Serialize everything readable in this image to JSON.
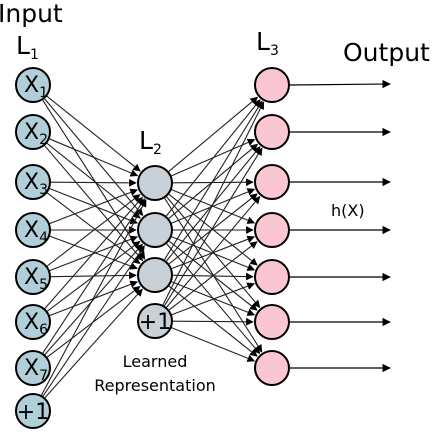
{
  "labels": {
    "input_title": "Input",
    "output_title": "Output",
    "layer1_letter": "L",
    "layer1_sub": "1",
    "layer2_letter": "L",
    "layer2_sub": "2",
    "layer3_letter": "L",
    "layer3_sub": "3",
    "learned_line1": "Learned",
    "learned_line2": "Representation",
    "output_function": "h(X)"
  },
  "input_nodes": [
    {
      "letter": "X",
      "sub": "1"
    },
    {
      "letter": "X",
      "sub": "2"
    },
    {
      "letter": "X",
      "sub": "3"
    },
    {
      "letter": "X",
      "sub": "4"
    },
    {
      "letter": "X",
      "sub": "5"
    },
    {
      "letter": "X",
      "sub": "6"
    },
    {
      "letter": "X",
      "sub": "7"
    }
  ],
  "input_bias": "+1",
  "hidden_node_count": 3,
  "hidden_bias": "+1",
  "output_node_count": 7,
  "colors": {
    "input_fill": "#b0cfd9",
    "hidden_fill": "#c8d0d8",
    "output_fill": "#f9c6d2",
    "edge": "#222222"
  }
}
